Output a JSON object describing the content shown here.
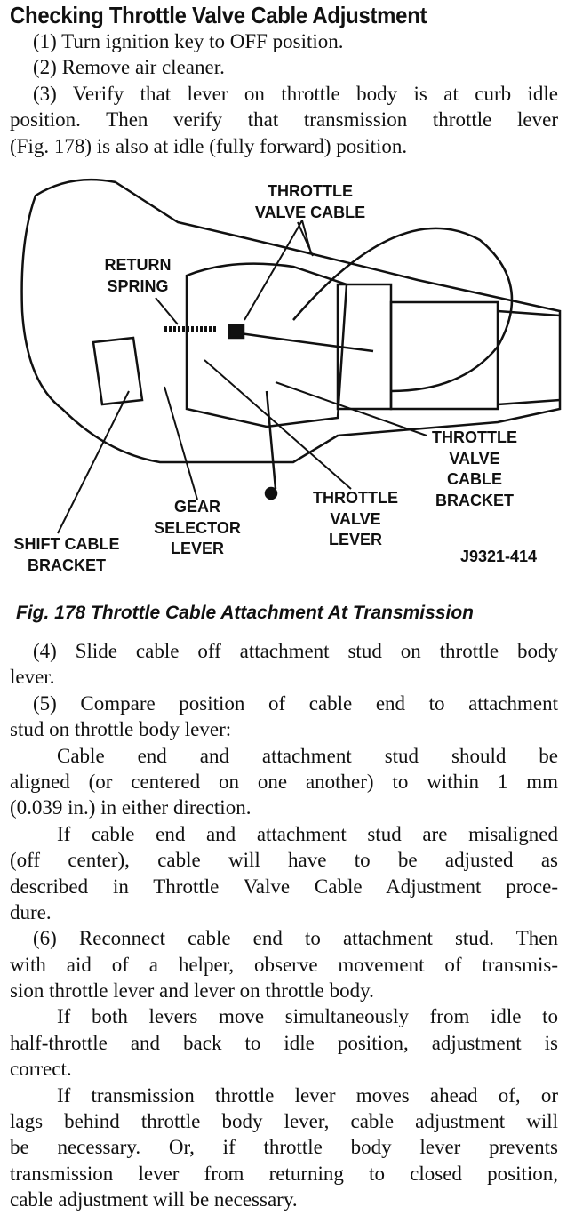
{
  "title": "Checking Throttle Valve Cable Adjustment",
  "intro": [
    {
      "kind": "step",
      "lines": [
        "(1)  Turn ignition key to OFF position."
      ]
    },
    {
      "kind": "step",
      "lines": [
        "(2)  Remove air cleaner."
      ]
    },
    {
      "kind": "step",
      "lines": [
        "(3)  Verify that lever on throttle body is at curb idle",
        "position. Then verify that transmission throttle lever",
        "(Fig. 178) is also at idle (fully forward) position."
      ]
    }
  ],
  "figure": {
    "labels": {
      "throttle_valve_cable": [
        "THROTTLE",
        "VALVE CABLE"
      ],
      "return_spring": [
        "RETURN",
        "SPRING"
      ],
      "throttle_valve_cable_bracket": [
        "THROTTLE",
        "VALVE",
        "CABLE",
        "BRACKET"
      ],
      "gear_selector_lever": [
        "GEAR",
        "SELECTOR",
        "LEVER"
      ],
      "throttle_valve_lever": [
        "THROTTLE",
        "VALVE",
        "LEVER"
      ],
      "shift_cable_bracket": [
        "SHIFT CABLE",
        "BRACKET"
      ]
    },
    "code": "J9321-414",
    "caption": "Fig. 178 Throttle Cable Attachment At Transmission"
  },
  "body": [
    {
      "kind": "step",
      "lines": [
        "(4)  Slide cable off attachment stud on throttle body",
        "lever."
      ]
    },
    {
      "kind": "step",
      "lines": [
        "(5)  Compare position of cable end to attachment",
        "stud on throttle body lever:"
      ]
    },
    {
      "kind": "para",
      "lines": [
        "Cable end and attachment stud should be",
        "aligned (or centered on one another) to within 1 mm",
        "(0.039 in.) in either direction."
      ]
    },
    {
      "kind": "para",
      "lines": [
        "If cable end and attachment stud are misaligned",
        "(off center), cable will have to be adjusted as",
        "described in Throttle Valve Cable Adjustment proce-",
        "dure."
      ]
    },
    {
      "kind": "step",
      "lines": [
        "(6)  Reconnect cable end to attachment stud. Then",
        "with aid of a helper, observe movement of transmis-",
        "sion throttle lever and lever on throttle body."
      ]
    },
    {
      "kind": "para",
      "lines": [
        "If both levers move simultaneously from idle to",
        "half-throttle and back to idle position, adjustment is",
        "correct."
      ]
    },
    {
      "kind": "para",
      "lines": [
        "If transmission throttle lever moves ahead of, or",
        "lags behind throttle body lever, cable adjustment will",
        "be necessary. Or, if throttle body lever prevents",
        "transmission lever from returning to closed position,",
        "cable adjustment will be necessary."
      ]
    }
  ]
}
